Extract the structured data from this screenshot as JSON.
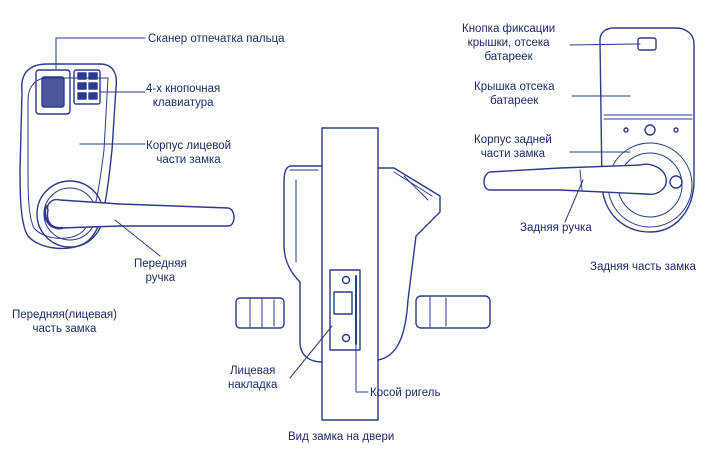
{
  "front": {
    "scanner": "Сканер отпечатка пальца",
    "keypad": [
      "4-х кнопочная",
      "клавиатура"
    ],
    "body": [
      "Корпус лицевой",
      "части замка"
    ],
    "handle": [
      "Передняя",
      "ручка"
    ],
    "caption": [
      "Передняя(лицевая)",
      "часть замка"
    ]
  },
  "side": {
    "plate": [
      "Лицевая",
      "накладка"
    ],
    "latch": "Косой ригель",
    "caption": "Вид замка на двери"
  },
  "rear": {
    "lock_button": [
      "Кнопка фиксации",
      "крышки, отсека",
      "батареек"
    ],
    "cover": [
      "Крышка отсека",
      "батареек"
    ],
    "body": [
      "Корпус задней",
      "части замка"
    ],
    "handle": "Задняя ручка",
    "caption": "Задняя часть замка"
  },
  "colors": {
    "ink": "#1d2a6b",
    "line": "#2b3a8c"
  }
}
